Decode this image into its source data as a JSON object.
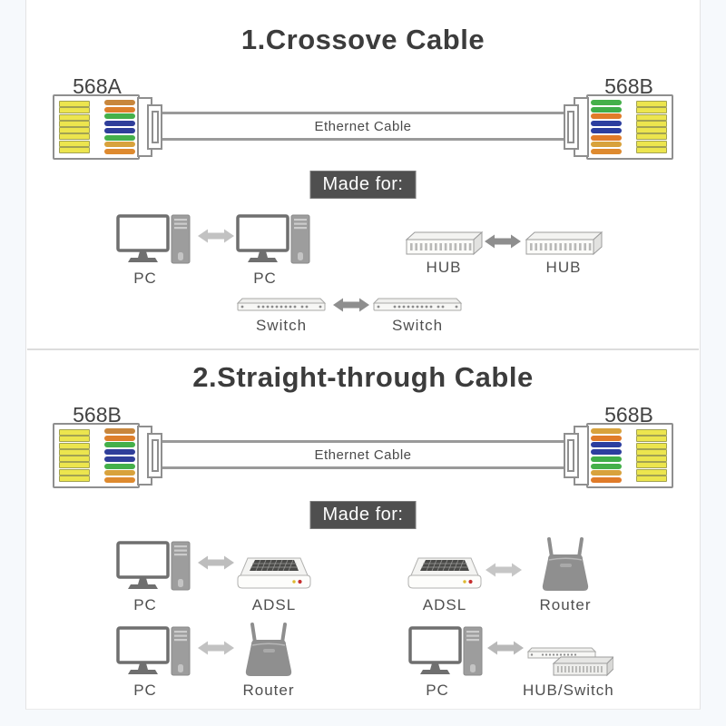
{
  "palette": {
    "page_bg": "#f6f9fc",
    "card_bg": "#ffffff",
    "title_color": "#3c3c3c",
    "made_for_bg": "#4f4f4f",
    "cable_outline": "#9a9a9a",
    "connector_pin_color": "#ece54e",
    "divider_color": "#dcdcdc",
    "device_label_color": "#4f4f4f"
  },
  "sections": [
    {
      "title": "1.Crossove Cable",
      "cable_label": "Ethernet Cable",
      "made_for_label": "Made for:",
      "left_connector": {
        "label": "568A",
        "wires": [
          "#c8863c",
          "#dd7f2b",
          "#44b04a",
          "#2f3e9a",
          "#2f3e9a",
          "#44b04a",
          "#d8a23c",
          "#de8a2f"
        ]
      },
      "right_connector": {
        "label": "568B",
        "wires": [
          "#44b04a",
          "#3fae49",
          "#e07b29",
          "#2c3e9f",
          "#2c3e9f",
          "#e07b29",
          "#d8a23c",
          "#de8a2f"
        ]
      },
      "pairs": [
        {
          "left": {
            "type": "pc",
            "label": "PC"
          },
          "right": {
            "type": "pc",
            "label": "PC"
          },
          "arrow_color": "#c2c2c2"
        },
        {
          "left": {
            "type": "hub",
            "label": "HUB"
          },
          "right": {
            "type": "hub",
            "label": "HUB"
          },
          "arrow_color": "#8e8e8e"
        },
        {
          "left": {
            "type": "switch",
            "label": "Switch"
          },
          "right": {
            "type": "switch",
            "label": "Switch"
          },
          "arrow_color": "#8e8e8e"
        }
      ]
    },
    {
      "title": "2.Straight-through Cable",
      "cable_label": "Ethernet Cable",
      "made_for_label": "Made for:",
      "left_connector": {
        "label": "568B",
        "wires": [
          "#c8863c",
          "#dd7f2b",
          "#44b04a",
          "#2f3e9a",
          "#2f3e9a",
          "#44b04a",
          "#d8a23c",
          "#de8a2f"
        ]
      },
      "right_connector": {
        "label": "568B",
        "wires": [
          "#d8a23c",
          "#e07b29",
          "#2c3e9f",
          "#2c3e9f",
          "#3fae49",
          "#44b04a",
          "#d8a23c",
          "#e07b29"
        ]
      },
      "pairs": [
        {
          "left": {
            "type": "pc",
            "label": "PC"
          },
          "right": {
            "type": "adsl",
            "label": "ADSL"
          },
          "arrow_color": "#bdbdbd"
        },
        {
          "left": {
            "type": "adsl",
            "label": "ADSL"
          },
          "right": {
            "type": "router",
            "label": "Router"
          },
          "arrow_color": "#c6c6c6"
        },
        {
          "left": {
            "type": "pc",
            "label": "PC"
          },
          "right": {
            "type": "router",
            "label": "Router"
          },
          "arrow_color": "#c2c2c2"
        },
        {
          "left": {
            "type": "pc",
            "label": "PC"
          },
          "right": {
            "type": "hubswitch",
            "label": "HUB/Switch"
          },
          "arrow_color": "#b8b8b8"
        }
      ]
    }
  ]
}
